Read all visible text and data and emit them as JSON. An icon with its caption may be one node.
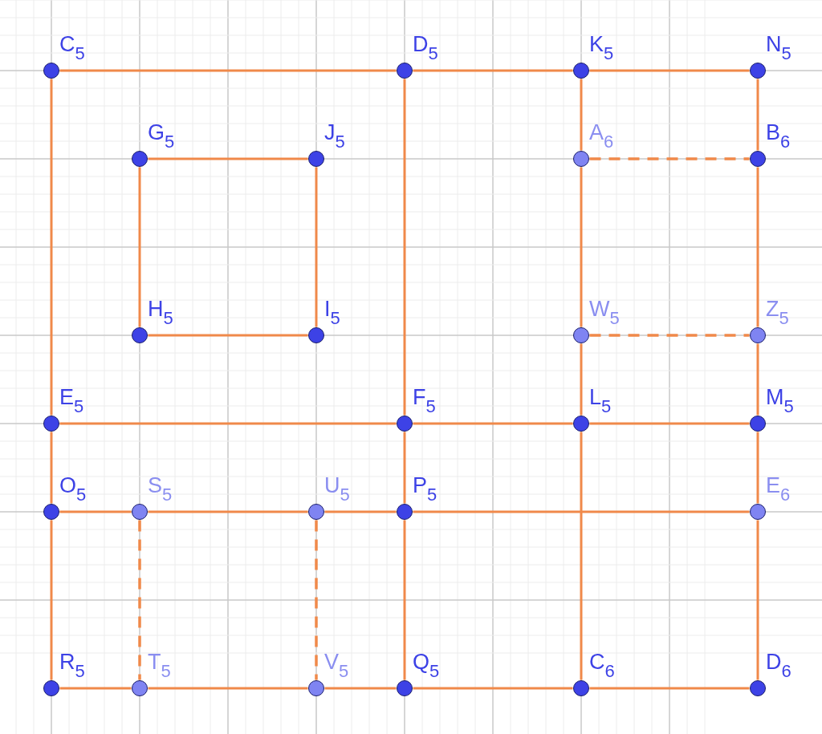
{
  "diagram": {
    "nodes": [
      {
        "text": [
          "C$_{5}$"
        ]
      },
      {
        "text": [
          "D$_{5}$"
        ]
      },
      {
        "text": [
          "K$_{5}$"
        ]
      },
      {
        "text": [
          "N$_{5}$"
        ]
      },
      {
        "text": [
          "G$_{5}$"
        ]
      },
      {
        "text": [
          "J$_{5}$"
        ]
      },
      {
        "text": [
          "A$_{6}$"
        ]
      },
      {
        "text": [
          "B$_{6}$"
        ]
      },
      {
        "text": [
          "H$_{5}$"
        ]
      },
      {
        "text": [
          "I$_{5}$"
        ]
      },
      {
        "text": [
          "W$_{5}$"
        ]
      },
      {
        "text": [
          "Z$_{5}$"
        ]
      },
      {
        "text": [
          "E$_{5}$"
        ]
      },
      {
        "text": [
          "F$_{5}$"
        ]
      },
      {
        "text": [
          "L$_{5}$"
        ]
      },
      {
        "text": [
          "M$_{5}$"
        ]
      },
      {
        "text": [
          "O$_{5}$"
        ]
      },
      {
        "text": [
          "S$_{5}$"
        ]
      },
      {
        "text": [
          "U$_{5}$"
        ]
      },
      {
        "text": [
          "P$_{5}$"
        ]
      },
      {
        "text": [
          "E$_{6}$"
        ]
      },
      {
        "text": [
          "R$_{5}$"
        ]
      },
      {
        "text": [
          "T$_{5}$"
        ]
      },
      {
        "text": [
          "V$_{5}$"
        ]
      },
      {
        "text": [
          "Q$_{5}$"
        ]
      },
      {
        "text": [
          "C$_{6}$"
        ]
      },
      {
        "text": [
          "D$_{6}$"
        ]
      }
    ],
    "edges": [
      {
        "from": 0,
        "to": 1,
        "arrow": "none"
      },
      {
        "from": 1,
        "to": 2,
        "arrow": "none"
      },
      {
        "from": 2,
        "to": 3,
        "arrow": "none"
      },
      {
        "from": 4,
        "to": 5,
        "arrow": "none"
      },
      {
        "from": 6,
        "to": 7,
        "arrow": "none",
        "style": "dashed"
      },
      {
        "from": 8,
        "to": 9,
        "arrow": "none"
      },
      {
        "from": 10,
        "to": 11,
        "arrow": "none",
        "style": "dashed"
      },
      {
        "from": 12,
        "to": 13,
        "arrow": "none"
      },
      {
        "from": 13,
        "to": 14,
        "arrow": "none"
      },
      {
        "from": 14,
        "to": 15,
        "arrow": "none"
      },
      {
        "from": 16,
        "to": 17,
        "arrow": "none"
      },
      {
        "from": 17,
        "to": 18,
        "arrow": "none"
      },
      {
        "from": 18,
        "to": 19,
        "arrow": "none"
      },
      {
        "from": 19,
        "to": 20,
        "arrow": "none"
      },
      {
        "from": 21,
        "to": 22,
        "arrow": "none"
      },
      {
        "from": 22,
        "to": 23,
        "arrow": "none"
      },
      {
        "from": 23,
        "to": 24,
        "arrow": "none"
      },
      {
        "from": 24,
        "to": 25,
        "arrow": "none"
      },
      {
        "from": 25,
        "to": 26,
        "arrow": "none"
      },
      {
        "from": 0,
        "to": 12,
        "arrow": "none"
      },
      {
        "from": 12,
        "to": 16,
        "arrow": "none"
      },
      {
        "from": 16,
        "to": 21,
        "arrow": "none"
      },
      {
        "from": 4,
        "to": 8,
        "arrow": "none"
      },
      {
        "from": 5,
        "to": 9,
        "arrow": "none"
      },
      {
        "from": 17,
        "to": 22,
        "arrow": "none",
        "style": "dashed"
      },
      {
        "from": 18,
        "to": 23,
        "arrow": "none",
        "style": "dashed"
      },
      {
        "from": 1,
        "to": 13,
        "arrow": "none"
      },
      {
        "from": 13,
        "to": 19,
        "arrow": "none"
      },
      {
        "from": 19,
        "to": 24,
        "arrow": "none"
      },
      {
        "from": 2,
        "to": 6,
        "arrow": "none"
      },
      {
        "from": 6,
        "to": 10,
        "arrow": "none"
      },
      {
        "from": 10,
        "to": 14,
        "arrow": "none"
      },
      {
        "from": 14,
        "to": 25,
        "arrow": "none"
      },
      {
        "from": 3,
        "to": 7,
        "arrow": "none"
      },
      {
        "from": 7,
        "to": 11,
        "arrow": "none"
      },
      {
        "from": 11,
        "to": 15,
        "arrow": "none"
      },
      {
        "from": 15,
        "to": 20,
        "arrow": "none"
      },
      {
        "from": 20,
        "to": 26,
        "arrow": "none"
      }
    ]
  }
}
